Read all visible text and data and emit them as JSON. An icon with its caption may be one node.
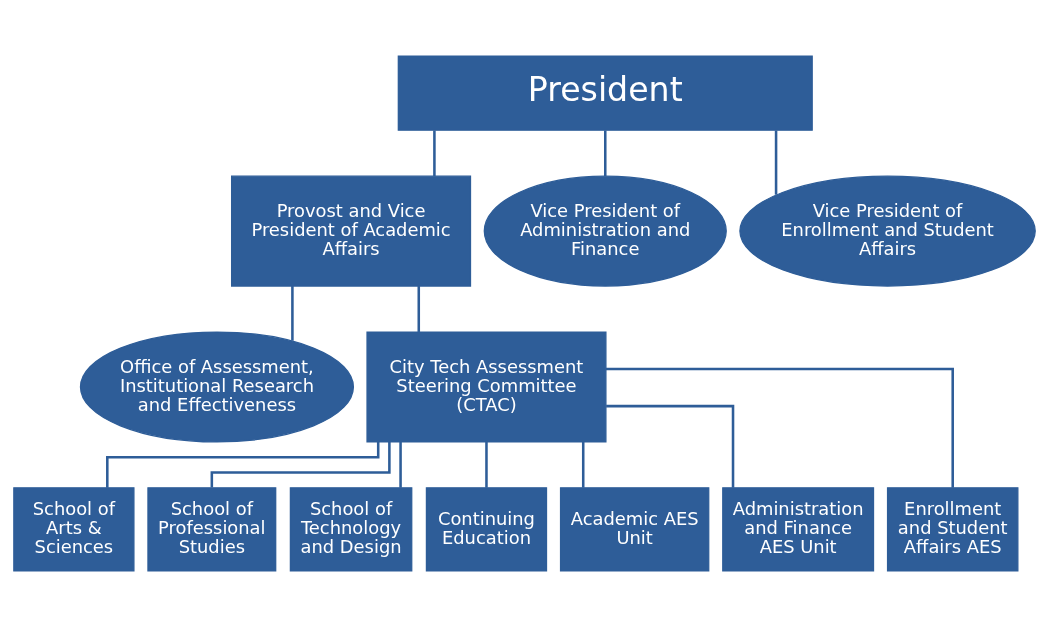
{
  "diagram": {
    "nodes": [
      {
        "text": [
          "President"
        ]
      },
      {
        "text": [
          "Provost and Vice President of Academic Affairs"
        ]
      },
      {
        "text": [
          "Vice President of Administration and Finance"
        ]
      },
      {
        "text": [
          "Vice President of Enrollment and Student Affairs"
        ]
      },
      {
        "text": [
          "Office of Assessment, Institutional Research and Effectiveness"
        ]
      },
      {
        "text": [
          "City Tech Assessment Steering Committee (CTAC)"
        ]
      },
      {
        "text": [
          "School of Arts & Sciences"
        ]
      },
      {
        "text": [
          "School of Professional Studies"
        ]
      },
      {
        "text": [
          "School of Technology and Design"
        ]
      },
      {
        "text": [
          "Continuing Education"
        ]
      },
      {
        "text": [
          "Academic AES Unit"
        ]
      },
      {
        "text": [
          "Administration and Finance AES Unit"
        ]
      },
      {
        "text": [
          "Enrollment and Student Affairs AES"
        ]
      }
    ],
    "edges": [
      {
        "from": 0,
        "to": 1,
        "arrow": "none"
      },
      {
        "from": 0,
        "to": 2,
        "arrow": "none"
      },
      {
        "from": 0,
        "to": 3,
        "arrow": "none"
      },
      {
        "from": 1,
        "to": 4,
        "arrow": "none"
      },
      {
        "from": 1,
        "to": 5,
        "arrow": "none"
      },
      {
        "from": 5,
        "to": 6,
        "arrow": "none"
      },
      {
        "from": 5,
        "to": 7,
        "arrow": "none"
      },
      {
        "from": 5,
        "to": 8,
        "arrow": "none"
      },
      {
        "from": 5,
        "to": 9,
        "arrow": "none"
      },
      {
        "from": 5,
        "to": 10,
        "arrow": "none"
      },
      {
        "from": 5,
        "to": 11,
        "arrow": "none"
      },
      {
        "from": 5,
        "to": 12,
        "arrow": "none"
      }
    ]
  }
}
